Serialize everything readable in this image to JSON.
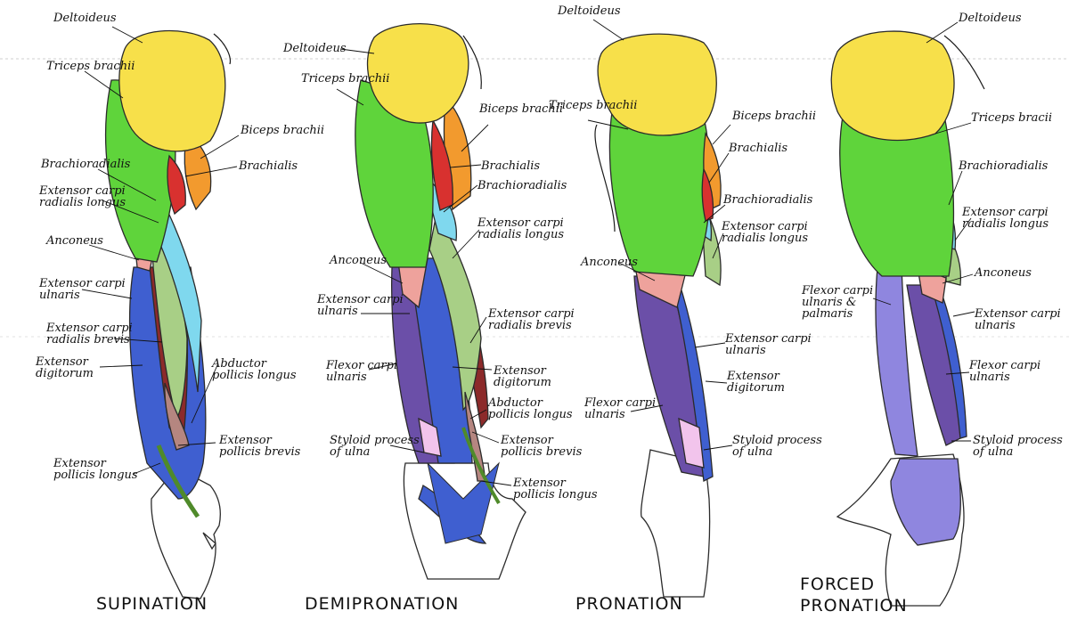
{
  "figures": [
    {
      "caption": "SUPINATION",
      "labels": {
        "deltoideus": "Deltoideus",
        "triceps_brachii": "Triceps brachii",
        "biceps_brachii": "Biceps brachii",
        "brachialis": "Brachialis",
        "brachioradialis": "Brachioradialis",
        "extensor_carpi_radialis_longus": "Extensor carpi radialis longus",
        "anconeus": "Anconeus",
        "extensor_carpi_ulnaris": "Extensor carpi ulnaris",
        "extensor_carpi_radialis_brevis": "Extensor carpi radialis brevis",
        "extensor_digitorum": "Extensor digitorum",
        "abductor_pollicis_longus": "Abductor pollicis longus",
        "extensor_pollicis_brevis": "Extensor pollicis brevis",
        "extensor_pollicis_longus": "Extensor pollicis longus"
      }
    },
    {
      "caption": "DEMIPRONATION",
      "labels": {
        "deltoideus": "Deltoideus",
        "triceps_brachii": "Triceps brachii",
        "biceps_brachii": "Biceps brachii",
        "brachialis": "Brachialis",
        "brachioradialis": "Brachioradialis",
        "extensor_carpi_radialis_longus": "Extensor carpi radialis longus",
        "anconeus": "Anconeus",
        "extensor_carpi_ulnaris": "Extensor carpi ulnaris",
        "extensor_carpi_radialis_brevis": "Extensor carpi radialis brevis",
        "extensor_digitorum": "Extensor digitorum",
        "flexor_carpi_ulnaris": "Flexor carpi ulnaris",
        "abductor_pollicis_longus": "Abductor pollicis longus",
        "styloid_process": "Styloid process of ulna",
        "extensor_pollicis_brevis": "Extensor pollicis brevis",
        "extensor_pollicis_longus": "Extensor pollicis longus"
      }
    },
    {
      "caption": "PRONATION",
      "labels": {
        "deltoideus": "Deltoideus",
        "triceps_brachii": "Triceps brachii",
        "biceps_brachii": "Biceps brachii",
        "brachialis": "Brachialis",
        "brachioradialis": "Brachioradialis",
        "extensor_carpi_radialis_longus": "Extensor carpi radialis longus",
        "anconeus": "Anconeus",
        "extensor_carpi_ulnaris": "Extensor carpi ulnaris",
        "extensor_digitorum": "Extensor digitorum",
        "flexor_carpi_ulnaris": "Flexor carpi ulnaris",
        "styloid_process": "Styloid process of ulna"
      }
    },
    {
      "caption": "FORCED PRONATION",
      "labels": {
        "deltoideus": "Deltoideus",
        "triceps_brachii": "Triceps bracii",
        "brachioradialis": "Brachioradialis",
        "extensor_carpi_radialis_longus": "Extensor carpi radialis longus",
        "anconeus": "Anconeus",
        "flexor_carpi_ulnaris_palmaris": "Flexor carpi ulnaris & palmaris",
        "extensor_carpi_ulnaris": "Extensor carpi ulnaris",
        "flexor_carpi_ulnaris": "Flexor carpi ulnaris",
        "styloid_process": "Styloid process of ulna"
      }
    }
  ],
  "muscle_colors": {
    "deltoideus": "#f7e04a",
    "triceps": "#5fd43b",
    "biceps": "#f29a2e",
    "brachialis": "#d8312f",
    "brachioradialis": "#7fd8ee",
    "extensor_carpi_radialis_longus": "#a8cf86",
    "anconeus": "#eea29c",
    "extensor_carpi_ulnaris": "#3f5fd0",
    "extensor_carpi_radialis_brevis": "#8c2a2a",
    "flexor_carpi_ulnaris": "#6b4fa8",
    "abductor_pollicis": "#b58680",
    "pollicis_tendon": "#4f8a2a",
    "palmaris": "#8f86df",
    "styloid": "#f2c4ec",
    "skin": "#ffffff"
  }
}
